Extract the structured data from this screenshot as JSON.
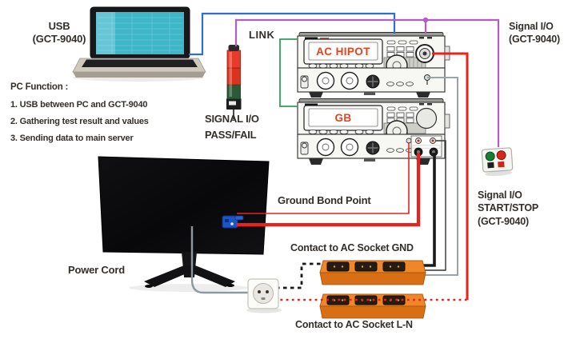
{
  "labels": {
    "usb": "USB\n(GCT-9040)",
    "pc_function": {
      "title": "PC Function :",
      "items": [
        "1. USB between PC and GCT-9040",
        "2. Gathering test result and values",
        "3. Sending data to main server"
      ]
    },
    "link": "LINK",
    "signal_io_pass_fail": "SIGNAL I/O\nPASS/FAIL",
    "signal_io_top_right": "Signal I/O\n(GCT-9040)",
    "signal_io_start_stop": "Signal I/O\nSTART/STOP\n(GCT-9040)",
    "ground_bond_point": "Ground Bond Point",
    "power_cord": "Power Cord",
    "contact_ac_socket_gnd": "Contact to AC Socket GND",
    "contact_ac_socket_ln": "Contact to AC Socket L-N"
  },
  "devices": {
    "hipot_tester": {
      "display": "AC HIPOT"
    },
    "ground_bond_tester": {
      "display": "GB"
    }
  },
  "colors": {
    "usb_wire": "#2f6fd0",
    "signal_io_wire": "#b35cc6",
    "link_wire": "#2f9e5e",
    "test_lead_red": "#e8231f",
    "test_lead_black": "#1a1a1a",
    "return_lead_grey": "#9aa3a8",
    "power_cord_grey": "#8e999e",
    "display_text": "#e8411c",
    "power_strip_orange": "#ef8627"
  }
}
